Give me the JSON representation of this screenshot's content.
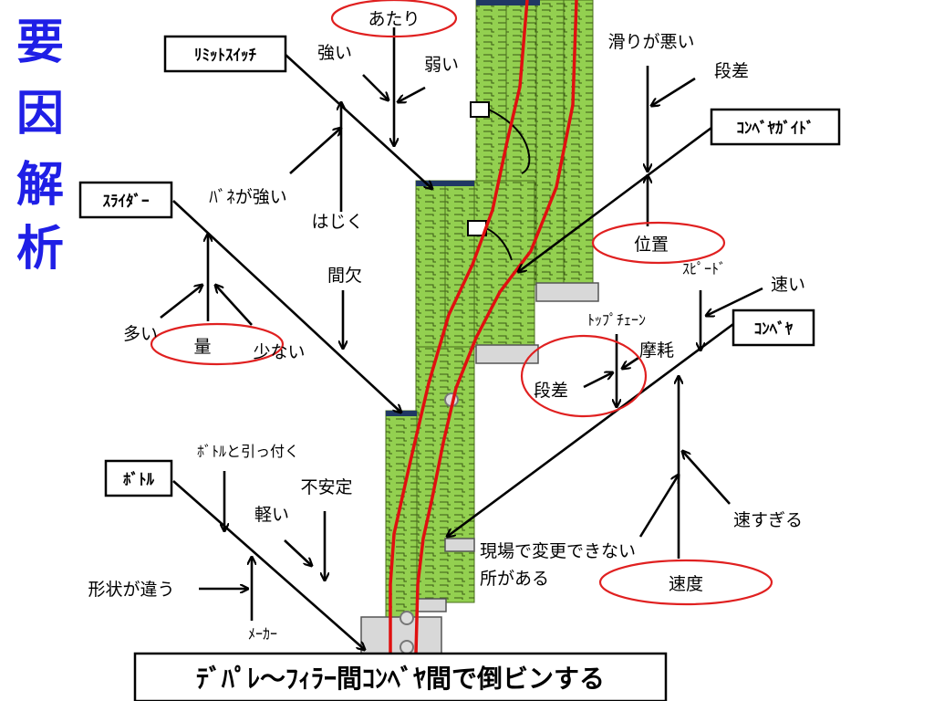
{
  "title_chars": [
    "要",
    "因",
    "解",
    "析"
  ],
  "effect": "ﾃﾞﾊﾟﾚ～ﾌｨﾗｰ間ｺﾝﾍﾞﾔ間で倒ビンする",
  "categories": {
    "limit_switch": "ﾘﾐｯﾄｽｲｯﾁ",
    "slider": "ｽﾗｲﾀﾞｰ",
    "bottle": "ﾎﾞﾄﾙ",
    "conveyor_guide": "ｺﾝﾍﾞﾔｶﾞｲﾄﾞ",
    "conveyor": "ｺﾝﾍﾞﾔ"
  },
  "causes": {
    "atari": "あたり",
    "tsuyoi": "強い",
    "yowai": "弱い",
    "bane_ga_tsuyoi": "ﾊﾞﾈが強い",
    "hajiku": "はじく",
    "kanketsu": "間欠",
    "ooi": "多い",
    "ryou": "量",
    "sukunai": "少ない",
    "hikkatsuku": "ﾎﾞﾄﾙと引っ付く",
    "karui": "軽い",
    "fuantei": "不安定",
    "keijou": "形状が違う",
    "maker": "ﾒｰｶｰ",
    "suberi": "滑りが悪い",
    "dansa_guide": "段差",
    "ichi": "位置",
    "speed_label": "ｽﾋﾟｰﾄﾞ",
    "hayai": "速い",
    "top_chain": "ﾄｯﾌﾟﾁｪｰﾝ",
    "mamou": "摩耗",
    "dansa_chain": "段差",
    "hayasugiru": "速すぎる",
    "genba_1": "現場で変更できない",
    "genba_2": "所がある",
    "sokudo": "速度"
  }
}
